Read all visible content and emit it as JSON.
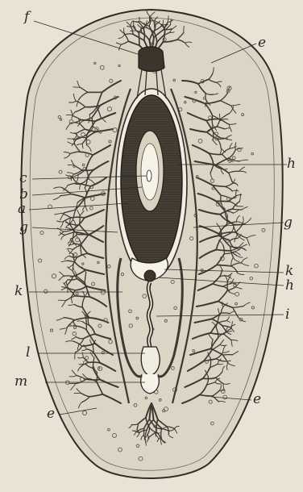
{
  "figure": {
    "labels": {
      "f": "f",
      "e_top": "e",
      "h_mid": "h",
      "c": "c",
      "b": "b",
      "a": "a",
      "g_left": "g",
      "g_right": "g",
      "k_right": "k",
      "h_lower": "h",
      "k_left": "k",
      "i": "i",
      "l": "l",
      "m": "m",
      "e_bottom_right": "e",
      "e_bottom_left": "e"
    }
  }
}
